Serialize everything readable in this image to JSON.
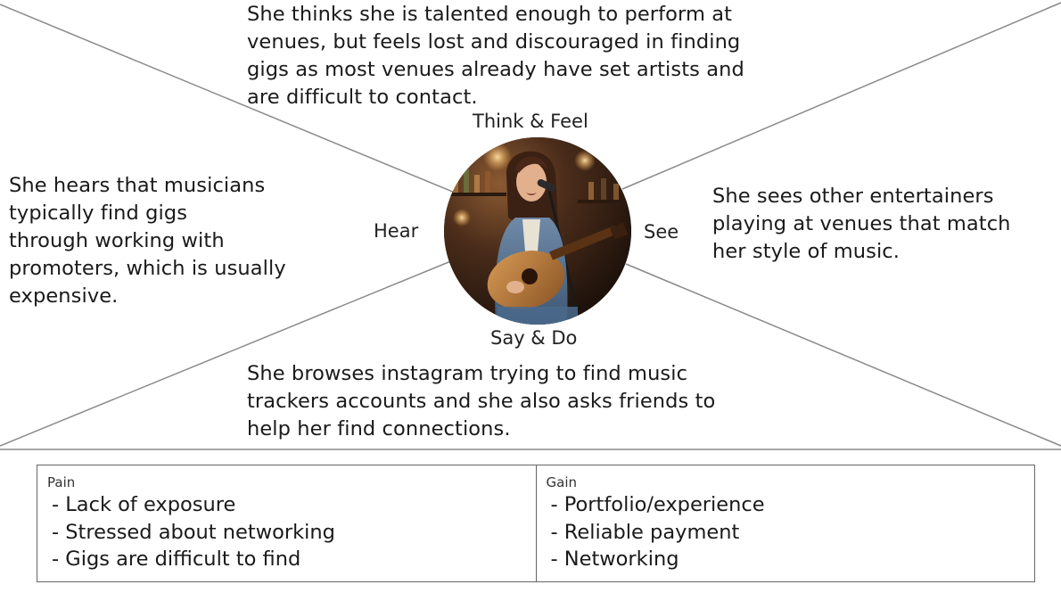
{
  "quadrants": {
    "think_feel": {
      "label": "Think & Feel",
      "lines": [
        "She thinks she is talented enough to perform at",
        "venues, but feels lost and discouraged in finding",
        "gigs as most venues already have set artists and",
        "are difficult to contact."
      ]
    },
    "hear": {
      "label": "Hear",
      "lines": [
        "She hears that musicians",
        "typically find gigs",
        "through working with",
        "promoters, which is usually",
        "expensive."
      ]
    },
    "see": {
      "label": "See",
      "lines": [
        "She sees other entertainers",
        "playing at venues that match",
        "her style of music."
      ]
    },
    "say_do": {
      "label": "Say & Do",
      "lines": [
        "She browses instagram trying to find music",
        "trackers accounts and she also asks friends to",
        "help her find connections."
      ]
    }
  },
  "persona_image": "woman-singing-with-guitar-photo",
  "pain": {
    "title": "Pain",
    "items": [
      "- Lack of exposure",
      "- Stressed about networking",
      "- Gigs are difficult to find"
    ]
  },
  "gain": {
    "title": "Gain",
    "items": [
      "- Portfolio/experience",
      "- Reliable payment",
      "- Networking"
    ]
  },
  "colors": {
    "divider_lines": "#8a8a8a",
    "table_border": "#666666",
    "text": "#1a1a1a"
  }
}
